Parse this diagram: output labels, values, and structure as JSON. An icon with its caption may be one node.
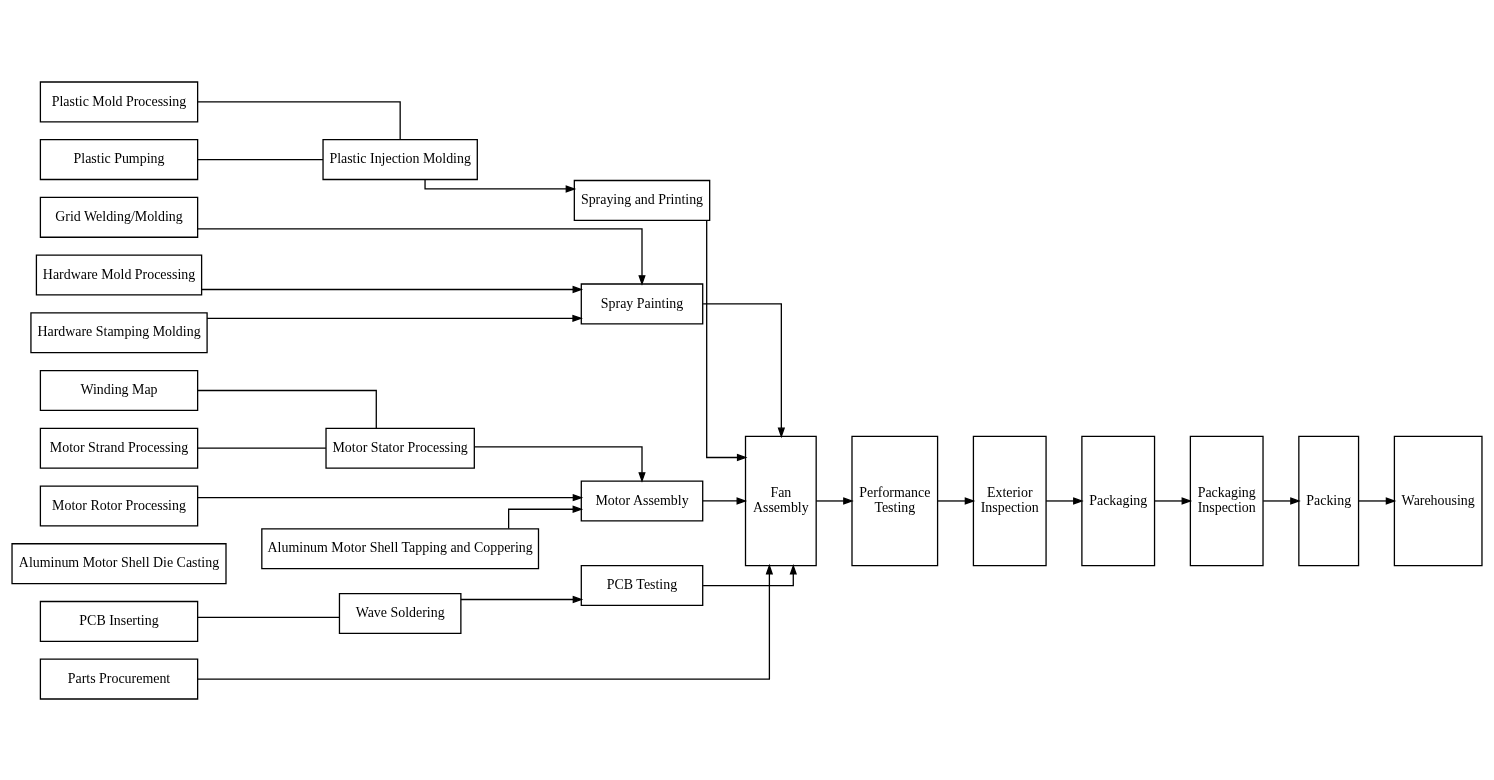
{
  "diagram": {
    "nodes": [
      {
        "text": [
          "Plastic Mold Processing"
        ]
      },
      {
        "text": [
          "Plastic Pumping"
        ]
      },
      {
        "text": [
          "Plastic Injection Molding"
        ]
      },
      {
        "text": [
          "Spraying and Printing"
        ]
      },
      {
        "text": [
          "Grid Welding/Molding"
        ]
      },
      {
        "text": [
          "Hardware Mold Processing"
        ]
      },
      {
        "text": [
          "Hardware Stamping Molding"
        ]
      },
      {
        "text": [
          "Spray Painting"
        ]
      },
      {
        "text": [
          "Winding Map"
        ]
      },
      {
        "text": [
          "Motor Strand Processing"
        ]
      },
      {
        "text": [
          "Motor Stator Processing"
        ]
      },
      {
        "text": [
          "Motor Rotor Processing"
        ]
      },
      {
        "text": [
          "Aluminum Motor Shell Die Casting"
        ]
      },
      {
        "text": [
          "Aluminum Motor Shell Tapping and Coppering"
        ]
      },
      {
        "text": [
          "Motor Assembly"
        ]
      },
      {
        "text": [
          "PCB Inserting"
        ]
      },
      {
        "text": [
          "Wave Soldering"
        ]
      },
      {
        "text": [
          "PCB Testing"
        ]
      },
      {
        "text": [
          "Parts Procurement"
        ]
      },
      {
        "text": [
          "Fan Assembly"
        ]
      },
      {
        "text": [
          "Performance Testing"
        ]
      },
      {
        "text": [
          "Exterior Inspection"
        ]
      },
      {
        "text": [
          "Packaging"
        ]
      },
      {
        "text": [
          "Packaging Inspection"
        ]
      },
      {
        "text": [
          "Packing"
        ]
      },
      {
        "text": [
          "Warehousing"
        ]
      }
    ],
    "edges": [
      {
        "from": 0,
        "to": 2,
        "arrow": "none"
      },
      {
        "from": 1,
        "to": 2,
        "arrow": "none"
      },
      {
        "from": 2,
        "to": 3,
        "arrow": "to"
      },
      {
        "from": 4,
        "to": 7,
        "arrow": "to"
      },
      {
        "from": 5,
        "to": 7,
        "arrow": "to"
      },
      {
        "from": 6,
        "to": 7,
        "arrow": "to"
      },
      {
        "from": 8,
        "to": 10,
        "arrow": "none"
      },
      {
        "from": 9,
        "to": 10,
        "arrow": "none"
      },
      {
        "from": 10,
        "to": 14,
        "arrow": "to"
      },
      {
        "from": 11,
        "to": 14,
        "arrow": "to"
      },
      {
        "from": 13,
        "to": 14,
        "arrow": "to"
      },
      {
        "from": 15,
        "to": 16,
        "arrow": "none"
      },
      {
        "from": 16,
        "to": 17,
        "arrow": "to"
      },
      {
        "from": 3,
        "to": 19,
        "arrow": "to"
      },
      {
        "from": 7,
        "to": 19,
        "arrow": "to"
      },
      {
        "from": 14,
        "to": 19,
        "arrow": "to"
      },
      {
        "from": 17,
        "to": 19,
        "arrow": "to"
      },
      {
        "from": 18,
        "to": 19,
        "arrow": "to"
      },
      {
        "from": 19,
        "to": 20,
        "arrow": "to"
      },
      {
        "from": 20,
        "to": 21,
        "arrow": "to"
      },
      {
        "from": 21,
        "to": 22,
        "arrow": "to"
      },
      {
        "from": 22,
        "to": 23,
        "arrow": "to"
      },
      {
        "from": 23,
        "to": 24,
        "arrow": "to"
      },
      {
        "from": 24,
        "to": 25,
        "arrow": "to"
      }
    ]
  }
}
